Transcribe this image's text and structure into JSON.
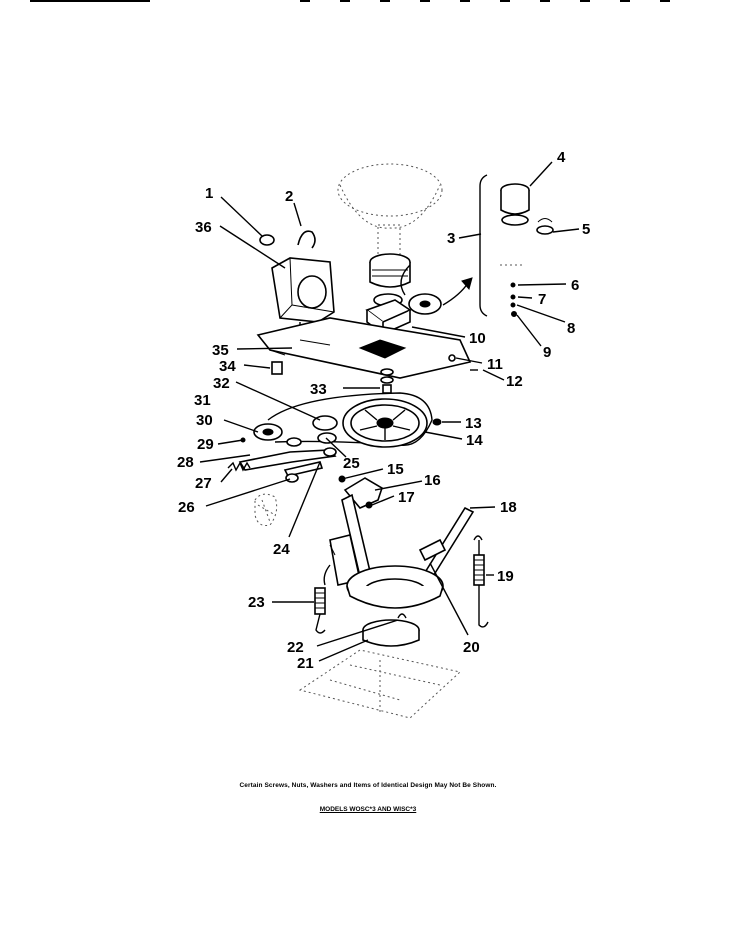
{
  "labels": [
    {
      "id": "1",
      "text": "1"
    },
    {
      "id": "2",
      "text": "2"
    },
    {
      "id": "3",
      "text": "3"
    },
    {
      "id": "4",
      "text": "4"
    },
    {
      "id": "5",
      "text": "5"
    },
    {
      "id": "6",
      "text": "6"
    },
    {
      "id": "7",
      "text": "7"
    },
    {
      "id": "8",
      "text": "8"
    },
    {
      "id": "9",
      "text": "9"
    },
    {
      "id": "10",
      "text": "10"
    },
    {
      "id": "11",
      "text": "11"
    },
    {
      "id": "12",
      "text": "12"
    },
    {
      "id": "13",
      "text": "13"
    },
    {
      "id": "14",
      "text": "14"
    },
    {
      "id": "15",
      "text": "15"
    },
    {
      "id": "16",
      "text": "16"
    },
    {
      "id": "17",
      "text": "17"
    },
    {
      "id": "18",
      "text": "18"
    },
    {
      "id": "19",
      "text": "19"
    },
    {
      "id": "20",
      "text": "20"
    },
    {
      "id": "21",
      "text": "21"
    },
    {
      "id": "22",
      "text": "22"
    },
    {
      "id": "23",
      "text": "23"
    },
    {
      "id": "24",
      "text": "24"
    },
    {
      "id": "25",
      "text": "25"
    },
    {
      "id": "26",
      "text": "26"
    },
    {
      "id": "27",
      "text": "27"
    },
    {
      "id": "28",
      "text": "28"
    },
    {
      "id": "29",
      "text": "29"
    },
    {
      "id": "30",
      "text": "30"
    },
    {
      "id": "31",
      "text": "31"
    },
    {
      "id": "32",
      "text": "32"
    },
    {
      "id": "33",
      "text": "33"
    },
    {
      "id": "34",
      "text": "34"
    },
    {
      "id": "35",
      "text": "35"
    },
    {
      "id": "36",
      "text": "36"
    }
  ],
  "footnote": {
    "disclaimer": "Certain Screws, Nuts, Washers and Items of Identical Design May Not Be Shown.",
    "models": "MODELS WOSC*3 AND WISC*3"
  }
}
